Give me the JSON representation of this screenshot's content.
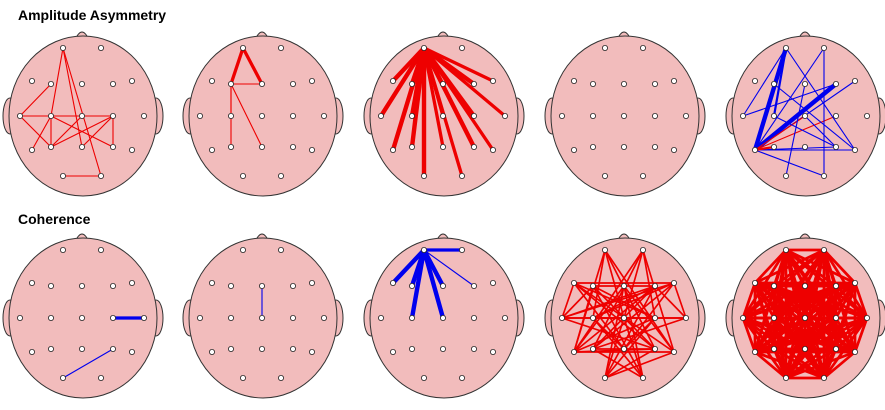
{
  "sections": [
    {
      "title": "Amplitude Asymmetry",
      "maps": [
        {
          "connections": [
            [
              "Fp1",
              "C3",
              1,
              "red"
            ],
            [
              "Fp1",
              "Pz",
              1,
              "red"
            ],
            [
              "Fp1",
              "O2",
              1,
              "red"
            ],
            [
              "F3",
              "T3",
              1,
              "red"
            ],
            [
              "C3",
              "C4",
              1,
              "red"
            ],
            [
              "C3",
              "T5",
              1,
              "red"
            ],
            [
              "T3",
              "C3",
              1,
              "red"
            ],
            [
              "C3",
              "P3",
              1,
              "red"
            ],
            [
              "C3",
              "P4",
              1,
              "red"
            ],
            [
              "P3",
              "C4",
              1,
              "red"
            ],
            [
              "C4",
              "P4",
              1,
              "red"
            ],
            [
              "P3",
              "Cz",
              1,
              "red"
            ],
            [
              "Pz",
              "C4",
              1,
              "red"
            ],
            [
              "O1",
              "O2",
              1,
              "red"
            ],
            [
              "T3",
              "P3",
              1,
              "red"
            ]
          ]
        },
        {
          "connections": [
            [
              "Fp1",
              "F3",
              3,
              "red"
            ],
            [
              "Fp1",
              "Fz",
              3,
              "red"
            ],
            [
              "F3",
              "Fz",
              1,
              "red"
            ],
            [
              "F3",
              "C3",
              1,
              "red"
            ],
            [
              "F3",
              "P3",
              1,
              "red"
            ],
            [
              "F3",
              "Pz",
              1,
              "red"
            ]
          ]
        },
        {
          "connections": [
            [
              "Fp1",
              "F7",
              4,
              "red"
            ],
            [
              "Fp1",
              "F3",
              4,
              "red"
            ],
            [
              "Fp1",
              "Fz",
              3,
              "red"
            ],
            [
              "Fp1",
              "F4",
              4,
              "red"
            ],
            [
              "Fp1",
              "F8",
              3,
              "red"
            ],
            [
              "Fp1",
              "T3",
              4,
              "red"
            ],
            [
              "Fp1",
              "C3",
              4,
              "red"
            ],
            [
              "Fp1",
              "Cz",
              3,
              "red"
            ],
            [
              "Fp1",
              "C4",
              4,
              "red"
            ],
            [
              "Fp1",
              "T4",
              3,
              "red"
            ],
            [
              "Fp1",
              "T5",
              4,
              "red"
            ],
            [
              "Fp1",
              "P3",
              4,
              "red"
            ],
            [
              "Fp1",
              "Pz",
              3,
              "red"
            ],
            [
              "Fp1",
              "P4",
              4,
              "red"
            ],
            [
              "Fp1",
              "T6",
              3,
              "red"
            ],
            [
              "Fp1",
              "O1",
              4,
              "red"
            ],
            [
              "Fp1",
              "O2",
              3,
              "red"
            ]
          ]
        },
        {
          "connections": []
        },
        {
          "connections": [
            [
              "T5",
              "Fp1",
              4,
              "blue"
            ],
            [
              "T5",
              "F3",
              1,
              "blue"
            ],
            [
              "T5",
              "Fp2",
              1,
              "blue"
            ],
            [
              "T5",
              "F4",
              4,
              "blue"
            ],
            [
              "T5",
              "F8",
              1,
              "blue"
            ],
            [
              "T5",
              "Cz",
              1,
              "red"
            ],
            [
              "T5",
              "C4",
              1,
              "red"
            ],
            [
              "T5",
              "P4",
              1,
              "blue"
            ],
            [
              "T5",
              "T6",
              1,
              "blue"
            ],
            [
              "T5",
              "O2",
              1,
              "blue"
            ],
            [
              "T5",
              "P3",
              2,
              "red"
            ],
            [
              "T3",
              "Fp1",
              1,
              "blue"
            ],
            [
              "T3",
              "F4",
              1,
              "blue"
            ],
            [
              "Fp1",
              "T6",
              1,
              "blue"
            ],
            [
              "F3",
              "T6",
              1,
              "blue"
            ],
            [
              "C3",
              "P4",
              1,
              "blue"
            ],
            [
              "Fp2",
              "O2",
              1,
              "blue"
            ],
            [
              "Cz",
              "P4",
              1,
              "blue"
            ],
            [
              "Fz",
              "O1",
              1,
              "blue"
            ],
            [
              "Fp1",
              "C3",
              2,
              "blue"
            ]
          ]
        }
      ]
    },
    {
      "title": "Coherence",
      "maps": [
        {
          "connections": [
            [
              "C4",
              "T4",
              3,
              "blue"
            ],
            [
              "P4",
              "O1",
              1,
              "blue"
            ]
          ]
        },
        {
          "connections": [
            [
              "Fz",
              "Cz",
              1,
              "blue"
            ]
          ]
        },
        {
          "connections": [
            [
              "Fp1",
              "F3",
              4,
              "blue"
            ],
            [
              "Fp1",
              "Fz",
              4,
              "blue"
            ],
            [
              "Fp1",
              "F7",
              4,
              "blue"
            ],
            [
              "Fp1",
              "C3",
              4,
              "blue"
            ],
            [
              "Fp1",
              "Cz",
              4,
              "blue"
            ],
            [
              "Fp1",
              "Fp2",
              3,
              "blue"
            ],
            [
              "Fp1",
              "F4",
              1,
              "blue"
            ]
          ]
        },
        {
          "connections": [
            [
              "Fp1",
              "C3",
              1.5,
              "red"
            ],
            [
              "Fp1",
              "P4",
              1.5,
              "red"
            ],
            [
              "Fp1",
              "T5",
              1.5,
              "red"
            ],
            [
              "Fp1",
              "Cz",
              1.5,
              "red"
            ],
            [
              "Fp2",
              "C4",
              1.5,
              "red"
            ],
            [
              "Fp2",
              "P3",
              1.5,
              "red"
            ],
            [
              "Fp2",
              "T6",
              1.5,
              "red"
            ],
            [
              "Fp2",
              "Cz",
              1.5,
              "red"
            ],
            [
              "F7",
              "F8",
              1.5,
              "red"
            ],
            [
              "F7",
              "T6",
              1.5,
              "red"
            ],
            [
              "F7",
              "C4",
              1.5,
              "red"
            ],
            [
              "F7",
              "P4",
              1.5,
              "red"
            ],
            [
              "F3",
              "F4",
              1.5,
              "red"
            ],
            [
              "F3",
              "C4",
              1.5,
              "red"
            ],
            [
              "F3",
              "T5",
              1.5,
              "red"
            ],
            [
              "F3",
              "O2",
              1.5,
              "red"
            ],
            [
              "F3",
              "P4",
              1.5,
              "red"
            ],
            [
              "Fz",
              "T5",
              1.5,
              "red"
            ],
            [
              "Fz",
              "T6",
              1.5,
              "red"
            ],
            [
              "Fz",
              "O1",
              1.5,
              "red"
            ],
            [
              "Fz",
              "O2",
              1.5,
              "red"
            ],
            [
              "F4",
              "C3",
              1.5,
              "red"
            ],
            [
              "F4",
              "T5",
              1.5,
              "red"
            ],
            [
              "F4",
              "O1",
              1.5,
              "red"
            ],
            [
              "F4",
              "P3",
              1.5,
              "red"
            ],
            [
              "F8",
              "T3",
              1.5,
              "red"
            ],
            [
              "F8",
              "C3",
              1.5,
              "red"
            ],
            [
              "F8",
              "P3",
              1.5,
              "red"
            ],
            [
              "T3",
              "T4",
              1.5,
              "red"
            ],
            [
              "T3",
              "P4",
              1.5,
              "red"
            ],
            [
              "T3",
              "Cz",
              1.5,
              "red"
            ],
            [
              "C3",
              "C4",
              1.5,
              "red"
            ],
            [
              "C3",
              "O2",
              1.5,
              "red"
            ],
            [
              "Cz",
              "O1",
              1.5,
              "red"
            ],
            [
              "Cz",
              "O2",
              1.5,
              "red"
            ],
            [
              "C4",
              "T5",
              1.5,
              "red"
            ],
            [
              "C4",
              "O1",
              1.5,
              "red"
            ],
            [
              "T4",
              "P3",
              1.5,
              "red"
            ],
            [
              "T4",
              "Cz",
              1.5,
              "red"
            ],
            [
              "T5",
              "T6",
              1.5,
              "red"
            ],
            [
              "T5",
              "P4",
              1.5,
              "red"
            ],
            [
              "P3",
              "P4",
              1.5,
              "red"
            ],
            [
              "P3",
              "O2",
              1.5,
              "red"
            ],
            [
              "P4",
              "O1",
              1.5,
              "red"
            ],
            [
              "Pz",
              "F7",
              1.5,
              "red"
            ],
            [
              "Pz",
              "F8",
              1.5,
              "red"
            ],
            [
              "O1",
              "T6",
              1.5,
              "red"
            ],
            [
              "T3",
              "F4",
              1.5,
              "red"
            ],
            [
              "F7",
              "T3",
              1.5,
              "red"
            ],
            [
              "F8",
              "T4",
              1.5,
              "red"
            ],
            [
              "F3",
              "T3",
              1.5,
              "red"
            ],
            [
              "F4",
              "T4",
              1.5,
              "red"
            ],
            [
              "C3",
              "Pz",
              1.5,
              "red"
            ],
            [
              "C4",
              "Pz",
              1.5,
              "red"
            ],
            [
              "Fp1",
              "T6",
              1.5,
              "red"
            ],
            [
              "Fp2",
              "T5",
              1.5,
              "red"
            ]
          ]
        },
        {
          "connections": "all",
          "all_weight": 2.5,
          "all_color": "red"
        }
      ]
    }
  ],
  "colors": {
    "red": "#ee0000",
    "blue": "#0000ee",
    "scalp": "#f2bcbc",
    "outline": "#333333",
    "electrode": "#ffffff"
  },
  "electrodes": [
    "Fp1",
    "Fp2",
    "F7",
    "F3",
    "Fz",
    "F4",
    "F8",
    "T3",
    "C3",
    "Cz",
    "C4",
    "T4",
    "T5",
    "P3",
    "Pz",
    "P4",
    "T6",
    "O1",
    "O2"
  ]
}
